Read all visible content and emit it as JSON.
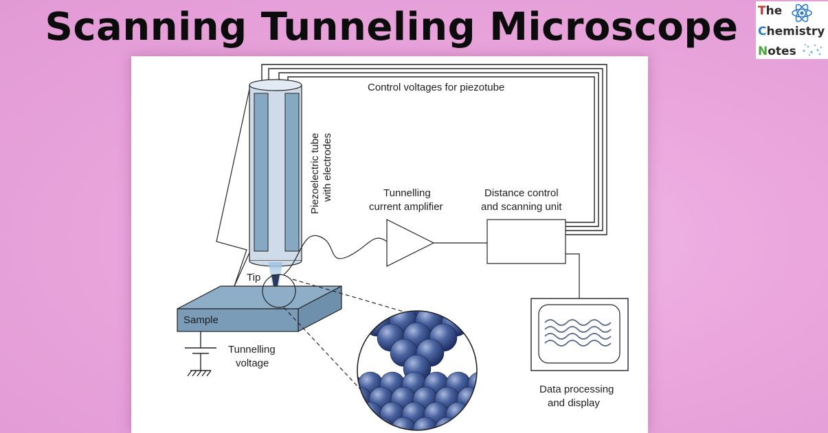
{
  "title": "Scanning Tunneling Microscope",
  "logo": {
    "line1": "The",
    "line2": "Chemistry",
    "line3": "Notes"
  },
  "diagram": {
    "control_voltages": "Control voltages for piezotube",
    "piezo_line1": "Piezoelectric tube",
    "piezo_line2": "with electrodes",
    "amp_line1": "Tunnelling",
    "amp_line2": "current amplifier",
    "dist_line1": "Distance control",
    "dist_line2": "and scanning unit",
    "tip": "Tip",
    "sample": "Sample",
    "volt_line1": "Tunnelling",
    "volt_line2": "voltage",
    "data_line1": "Data processing",
    "data_line2": "and display"
  },
  "colors": {
    "background": "#eaa6dd",
    "tube_fill": "#cfdbe8",
    "electrode": "#86a9c2",
    "sample_top": "#8eaec8",
    "sample_front": "#7a9cb8",
    "atom": "#2a3f7a"
  }
}
